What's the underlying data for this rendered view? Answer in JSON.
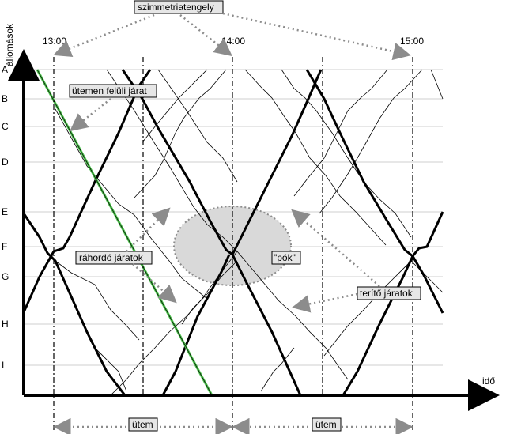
{
  "title": "szimmetriatengely",
  "axes": {
    "y_label": "állomások",
    "x_label": "idő",
    "stations": [
      "A",
      "B",
      "C",
      "D",
      "E",
      "F",
      "G",
      "H",
      "I"
    ]
  },
  "time_labels": [
    "13:00",
    "14:00",
    "15:00"
  ],
  "annotations": {
    "utemen_feluli": "ütemen felüli járat",
    "rahordo": "ráhordó járatok",
    "pok": "\"pók\"",
    "terito": "terítő járatok"
  },
  "utem_labels": [
    "ütem",
    "ütem"
  ],
  "colors": {
    "thick_line": "#000000",
    "extra_service": "#4cc24c",
    "spider_ellipse": "#d9d9d9",
    "arrow": "#8c8c8c",
    "label_box": "#e6e6e6"
  }
}
